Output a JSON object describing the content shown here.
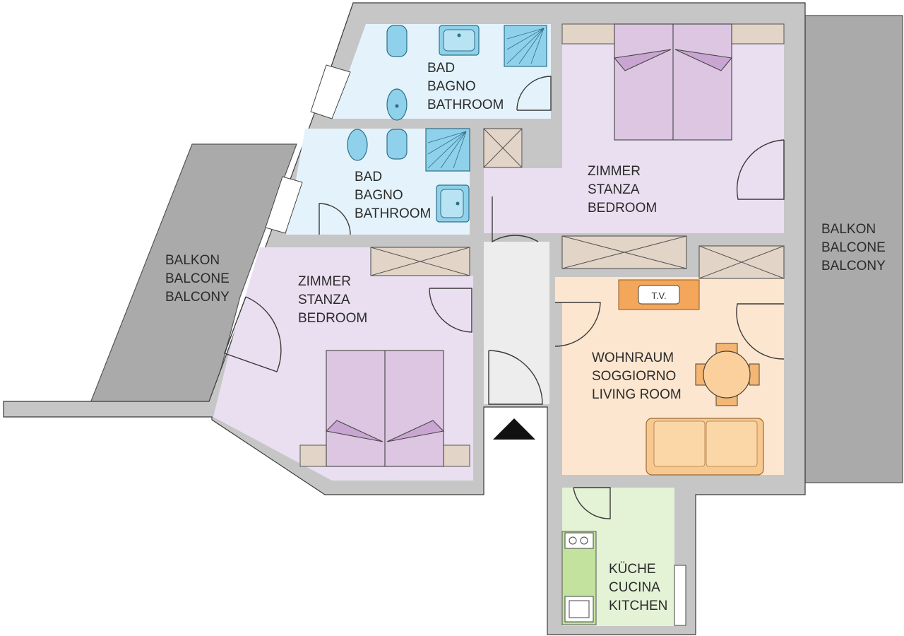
{
  "rooms": {
    "bath_upper": [
      "BAD",
      "BAGNO",
      "BATHROOM"
    ],
    "bath_lower": [
      "BAD",
      "BAGNO",
      "BATHROOM"
    ],
    "bedroom_upper": [
      "ZIMMER",
      "STANZA",
      "BEDROOM"
    ],
    "bedroom_left": [
      "ZIMMER",
      "STANZA",
      "BEDROOM"
    ],
    "living": [
      "WOHNRAUM",
      "SOGGIORNO",
      "LIVING ROOM"
    ],
    "kitchen": [
      "KÜCHE",
      "CUCINA",
      "KITCHEN"
    ],
    "balcony_left": [
      "BALKON",
      "BALCONE",
      "BALCONY"
    ],
    "balcony_right": [
      "BALKON",
      "BALCONE",
      "BALCONY"
    ]
  },
  "tv_label": "T.V.",
  "colors": {
    "wall": "#c6c6c6",
    "bathroom": "#e4f3fb",
    "bedroom": "#eadff0",
    "living": "#fde6cf",
    "kitchen": "#e4f2d6",
    "hall": "#ededed",
    "balcony": "#a9aaa9",
    "bed": "#dcc6e2",
    "closet": "#e2d4c6",
    "sofa": "#f7c890",
    "tv_unit": "#f4a65b",
    "fixture": "#8fd0ea"
  },
  "icons": {
    "entrance": "entrance-arrow-icon",
    "tv": "tv-icon"
  }
}
